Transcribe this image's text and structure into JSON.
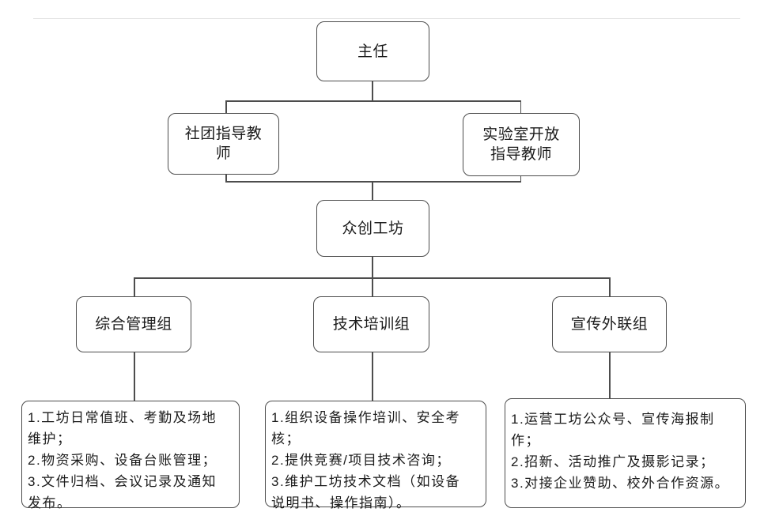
{
  "page": {
    "background": "#ffffff",
    "line_color": "#4d4d4d",
    "faint_line_color": "#e4e4e4",
    "text_color": "#1b1b1b"
  },
  "org_chart": {
    "director": {
      "label": "主任"
    },
    "advisors": [
      {
        "label": "社团指导教师"
      },
      {
        "label": "实验室开放指导教师"
      }
    ],
    "hub": {
      "label": "众创工坊"
    },
    "groups": [
      {
        "label": "综合管理组"
      },
      {
        "label": "技术培训组"
      },
      {
        "label": "宣传外联组"
      }
    ],
    "duties": [
      {
        "lines": [
          "1.工坊日常值班、考勤及场地",
          "维护；",
          "2.物资采购、设备台账管理；",
          "3.文件归档、会议记录及通知",
          "发布。"
        ]
      },
      {
        "lines": [
          "1.组织设备操作培训、安全考",
          "核；",
          "2.提供竞赛/项目技术咨询；",
          "3.维护工坊技术文档（如设备",
          "说明书、操作指南）。"
        ]
      },
      {
        "lines": [
          "1.运营工坊公众号、宣传海报制",
          "作；",
          "2.招新、活动推广及摄影记录；",
          "3.对接企业赞助、校外合作资源。"
        ]
      }
    ]
  }
}
